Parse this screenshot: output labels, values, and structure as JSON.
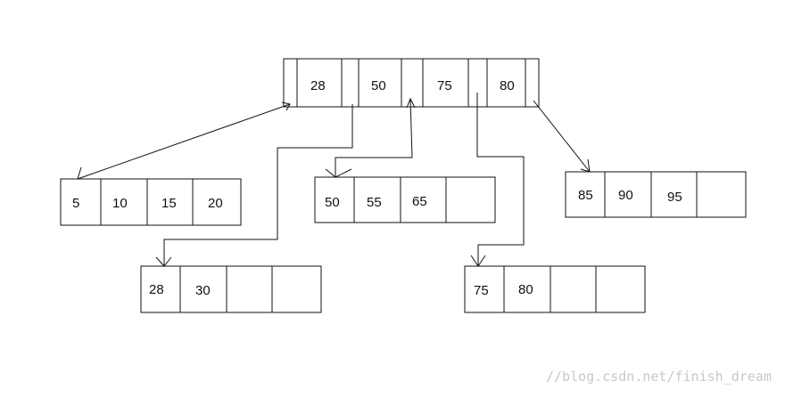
{
  "colors": {
    "stroke": "#111111",
    "background": "#ffffff",
    "watermark": "#c8c8c8"
  },
  "root": {
    "keys": [
      "28",
      "50",
      "75",
      "80"
    ]
  },
  "nodes": {
    "leaf_a": {
      "keys": [
        "5",
        "10",
        "15",
        "20"
      ]
    },
    "leaf_b": {
      "keys": [
        "28",
        "30",
        "",
        ""
      ]
    },
    "leaf_c": {
      "keys": [
        "50",
        "55",
        "65",
        ""
      ]
    },
    "leaf_d": {
      "keys": [
        "75",
        "80",
        "",
        ""
      ]
    },
    "leaf_e": {
      "keys": [
        "85",
        "90",
        "95",
        ""
      ]
    }
  },
  "watermark": "//blog.csdn.net/finish_dream"
}
